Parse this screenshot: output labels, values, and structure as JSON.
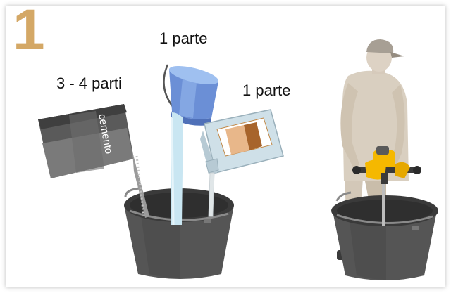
{
  "step": {
    "number": "1"
  },
  "labels": {
    "cement_ratio": "3 - 4 parti",
    "water_ratio": "1 parte",
    "additive_ratio": "1 parte"
  },
  "bag": {
    "text": "cemento"
  },
  "colors": {
    "accent": "#d4a866",
    "bucket": "#4a4a4a",
    "water": "#c9e6f2",
    "person": "#d9cfc0",
    "mixer": "#f5b800"
  }
}
